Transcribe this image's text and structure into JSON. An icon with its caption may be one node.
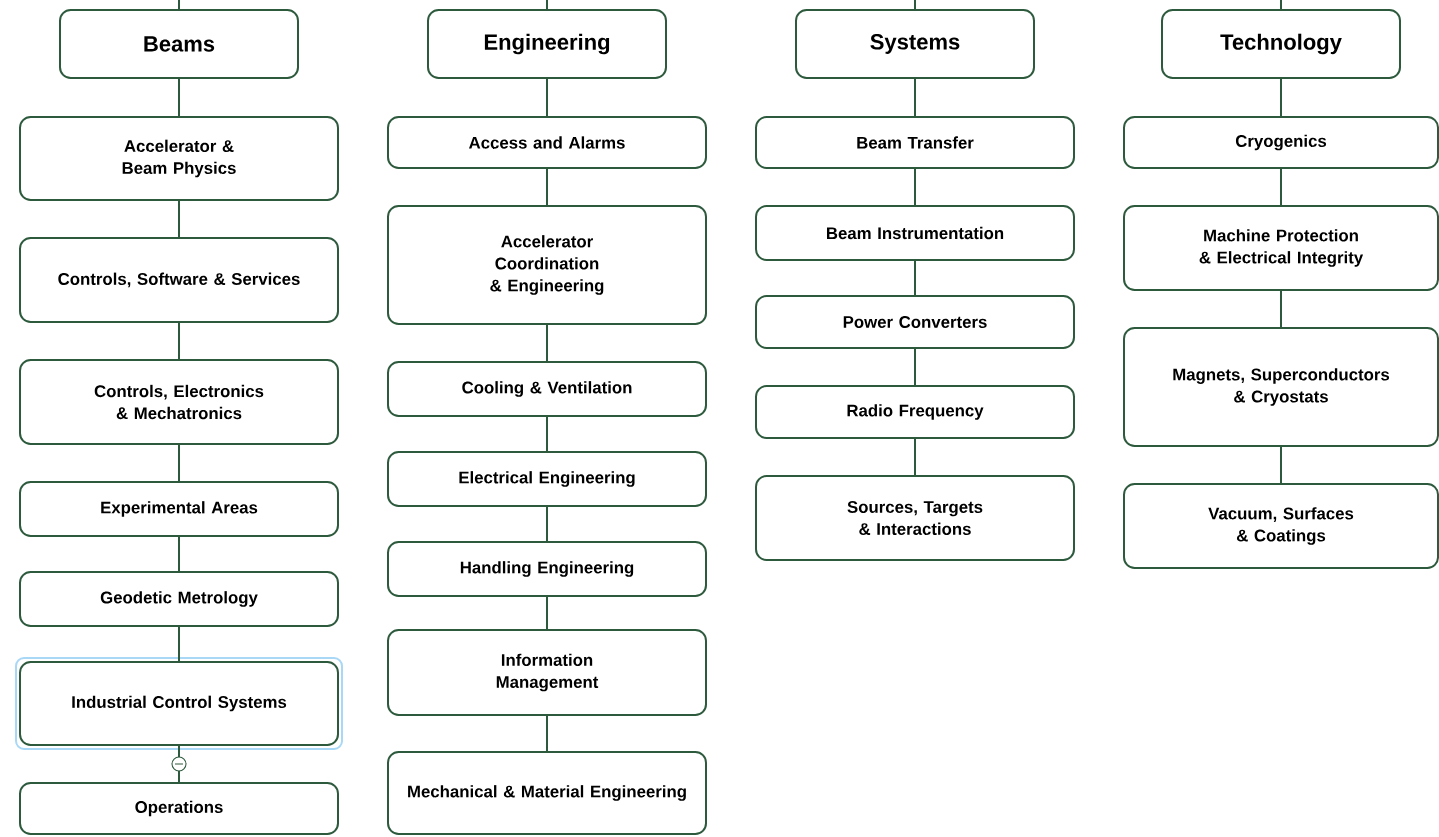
{
  "diagram": {
    "nodes": [
      {
        "text": [
          "Beams"
        ]
      },
      {
        "text": [
          "Accelerator & Beam Physics"
        ]
      },
      {
        "text": [
          "Controls, Software & Services"
        ]
      },
      {
        "text": [
          "Controls, Electronics & Mechatronics"
        ]
      },
      {
        "text": [
          "Experimental Areas"
        ]
      },
      {
        "text": [
          "Geodetic Metrology"
        ]
      },
      {
        "text": [
          "Industrial Control Systems"
        ]
      },
      {
        "text": [
          "Operations"
        ]
      },
      {
        "text": [
          "Engineering"
        ]
      },
      {
        "text": [
          "Access and Alarms"
        ]
      },
      {
        "text": [
          "Accelerator Coordination & Engineering"
        ]
      },
      {
        "text": [
          "Cooling & Ventilation"
        ]
      },
      {
        "text": [
          "Electrical Engineering"
        ]
      },
      {
        "text": [
          "Handling Engineering"
        ]
      },
      {
        "text": [
          "Information Management"
        ]
      },
      {
        "text": [
          "Mechanical & Material Engineering"
        ]
      },
      {
        "text": [
          "Systems"
        ]
      },
      {
        "text": [
          "Beam Transfer"
        ]
      },
      {
        "text": [
          "Beam Instrumentation"
        ]
      },
      {
        "text": [
          "Power Converters"
        ]
      },
      {
        "text": [
          "Radio Frequency"
        ]
      },
      {
        "text": [
          "Sources, Targets & Interactions"
        ]
      },
      {
        "text": [
          "Technology"
        ]
      },
      {
        "text": [
          "Cryogenics"
        ]
      },
      {
        "text": [
          "Machine Protection & Electrical Integrity"
        ]
      },
      {
        "text": [
          "Magnets, Superconductors & Cryostats"
        ]
      },
      {
        "text": [
          "Vacuum, Surfaces & Coatings"
        ]
      }
    ],
    "edges": [
      {
        "from": null,
        "to": 0,
        "arrow": "none"
      },
      {
        "from": 0,
        "to": 1,
        "arrow": "none"
      },
      {
        "from": 1,
        "to": 2,
        "arrow": "none"
      },
      {
        "from": 2,
        "to": 3,
        "arrow": "none"
      },
      {
        "from": 3,
        "to": 4,
        "arrow": "none"
      },
      {
        "from": 4,
        "to": 5,
        "arrow": "none"
      },
      {
        "from": 5,
        "to": 6,
        "arrow": "none"
      },
      {
        "from": 6,
        "to": 7,
        "arrow": "none"
      },
      {
        "from": null,
        "to": 8,
        "arrow": "none"
      },
      {
        "from": 8,
        "to": 9,
        "arrow": "none"
      },
      {
        "from": 9,
        "to": 10,
        "arrow": "none"
      },
      {
        "from": 10,
        "to": 11,
        "arrow": "none"
      },
      {
        "from": 11,
        "to": 12,
        "arrow": "none"
      },
      {
        "from": 12,
        "to": 13,
        "arrow": "none"
      },
      {
        "from": 13,
        "to": 14,
        "arrow": "none"
      },
      {
        "from": 14,
        "to": 15,
        "arrow": "none"
      },
      {
        "from": null,
        "to": 16,
        "arrow": "none"
      },
      {
        "from": 16,
        "to": 17,
        "arrow": "none"
      },
      {
        "from": 17,
        "to": 18,
        "arrow": "none"
      },
      {
        "from": 18,
        "to": 19,
        "arrow": "none"
      },
      {
        "from": 19,
        "to": 20,
        "arrow": "none"
      },
      {
        "from": 20,
        "to": 21,
        "arrow": "none"
      },
      {
        "from": null,
        "to": 22,
        "arrow": "none"
      },
      {
        "from": 22,
        "to": 23,
        "arrow": "none"
      },
      {
        "from": 23,
        "to": 24,
        "arrow": "none"
      },
      {
        "from": 24,
        "to": 25,
        "arrow": "none"
      },
      {
        "from": 25,
        "to": 26,
        "arrow": "none"
      }
    ]
  }
}
